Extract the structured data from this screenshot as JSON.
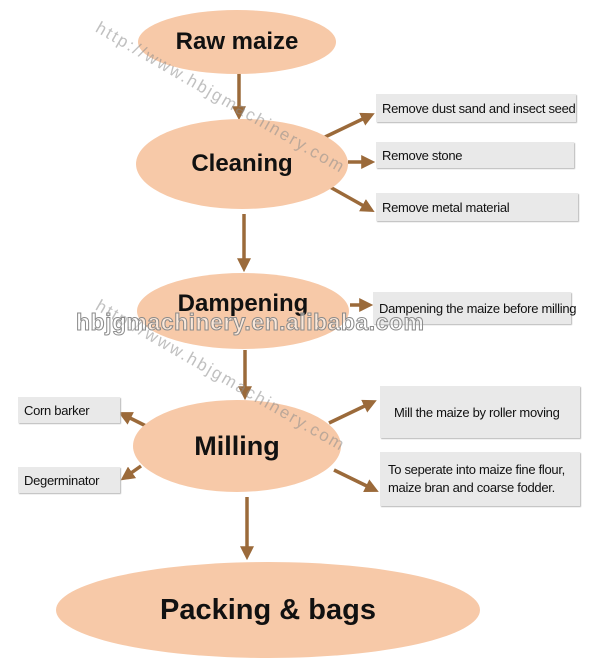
{
  "colors": {
    "node_fill": "#f7c9a8",
    "arrow": "#9b6a3a",
    "box_fill": "#e9e9e9"
  },
  "nodes": {
    "raw_maize": "Raw maize",
    "cleaning": "Cleaning",
    "dampening": "Dampening",
    "milling": "Milling",
    "packing": "Packing & bags"
  },
  "cleaning_steps": [
    "Remove dust sand and insect seed",
    "Remove stone",
    "Remove metal material"
  ],
  "dampening_step": "Dampening the  maize before milling",
  "milling_steps": {
    "roller": "Mill the maize by roller moving",
    "separate_line1": "To seperate into maize fine flour,",
    "separate_line2": "maize bran and coarse fodder."
  },
  "milling_equipment": {
    "corn_barker": "Corn barker",
    "degerminator": "Degerminator"
  },
  "watermark": {
    "url": "http://www.hbjgmachinery.com",
    "center": "hbjgmachinery.en.alibaba.com"
  }
}
